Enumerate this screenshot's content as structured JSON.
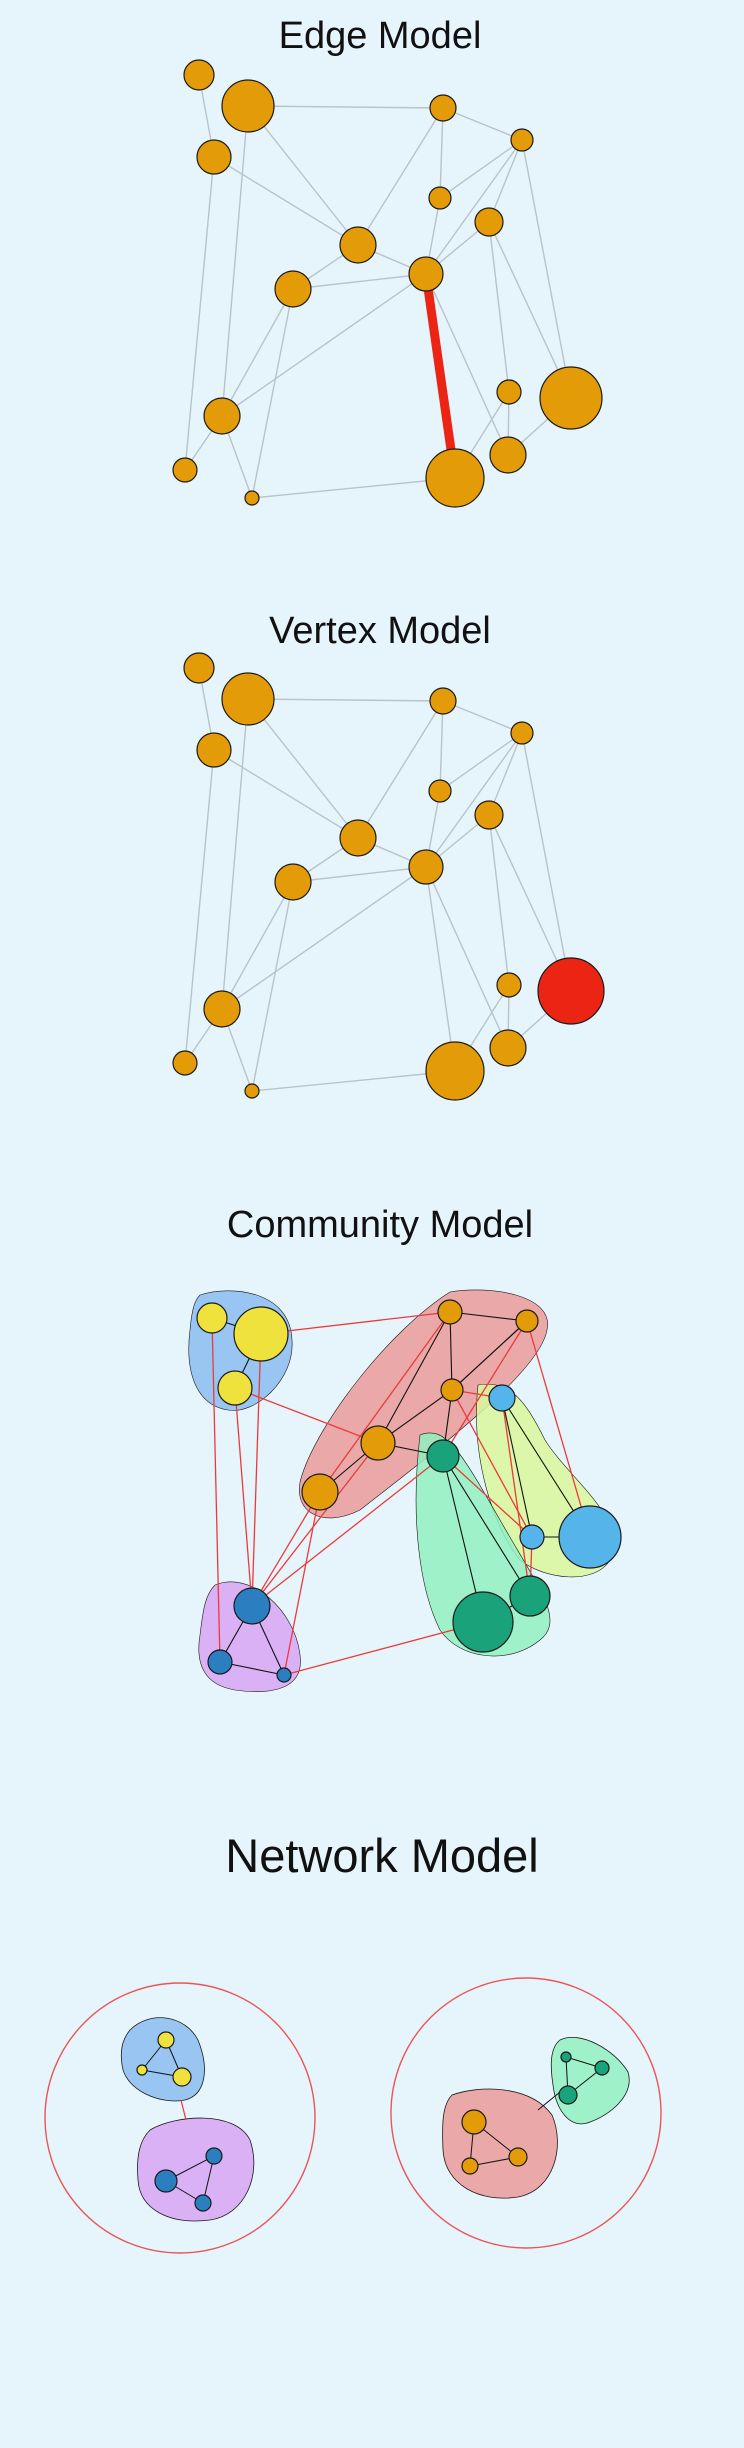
{
  "background": "#e6f4fc",
  "colors": {
    "node_default": "#e39b07",
    "highlight": "#ec2414",
    "edge": "#b9c3c9",
    "edge_community": "#ec3a3a",
    "edge_black": "#111111",
    "node_stroke": "#1a1a1a",
    "network_circle": "#ec5555"
  },
  "panels": {
    "edge_model": {
      "title": "Edge Model"
    },
    "vertex_model": {
      "title": "Vertex Model"
    },
    "community_model": {
      "title": "Community Model"
    },
    "network_model": {
      "title": "Network Model"
    }
  },
  "community_colors": {
    "blue_group": {
      "fill": "#8bbcf0",
      "nodes": "#f0e23c"
    },
    "red_group": {
      "fill": "#ea9a9a",
      "nodes": "#e39b07"
    },
    "yellowgreen_group": {
      "fill": "#d9f79a",
      "nodes": "#55b4e9"
    },
    "green_group": {
      "fill": "#92f0c0",
      "nodes": "#1aa37a"
    },
    "purple_group": {
      "fill": "#d8a4f3",
      "nodes": "#2b7fc1"
    }
  }
}
